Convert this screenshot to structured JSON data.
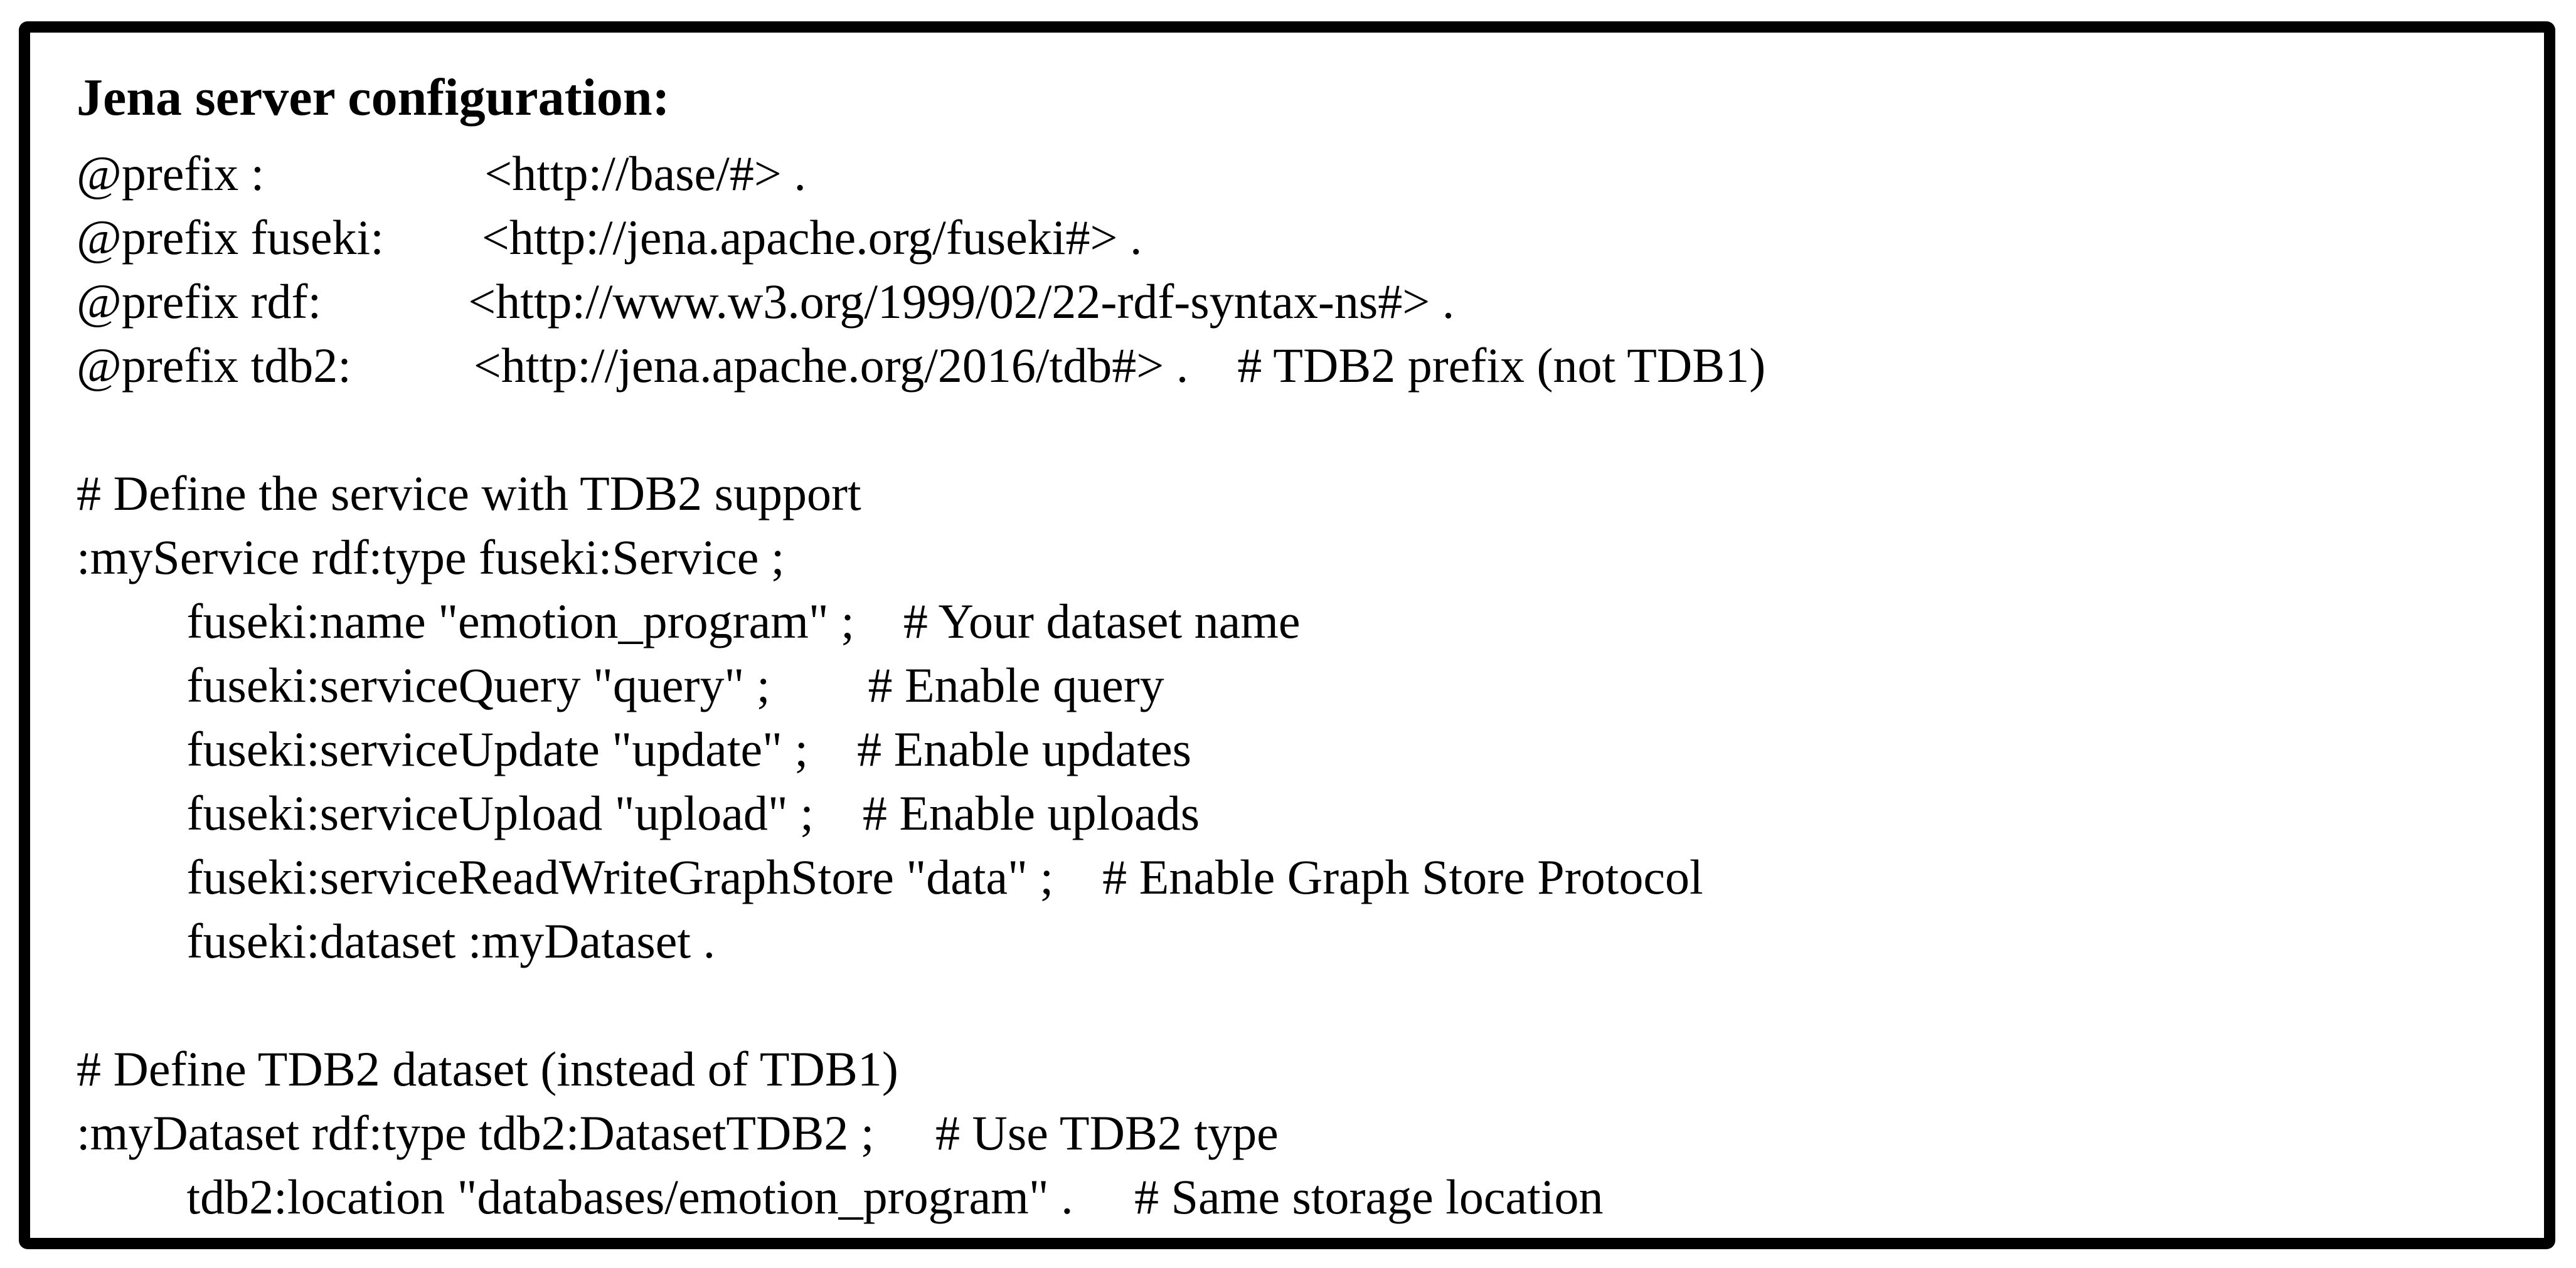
{
  "doc": {
    "title": "Jena server configuration:",
    "lines": [
      "@prefix :                  <http://base/#> .",
      "@prefix fuseki:        <http://jena.apache.org/fuseki#> .",
      "@prefix rdf:            <http://www.w3.org/1999/02/22-rdf-syntax-ns#> .",
      "@prefix tdb2:          <http://jena.apache.org/2016/tdb#> .    # TDB2 prefix (not TDB1)",
      "",
      "# Define the service with TDB2 support",
      ":myService rdf:type fuseki:Service ;",
      "         fuseki:name \"emotion_program\" ;    # Your dataset name",
      "         fuseki:serviceQuery \"query\" ;        # Enable query",
      "         fuseki:serviceUpdate \"update\" ;    # Enable updates",
      "         fuseki:serviceUpload \"upload\" ;    # Enable uploads",
      "         fuseki:serviceReadWriteGraphStore \"data\" ;    # Enable Graph Store Protocol",
      "         fuseki:dataset :myDataset .",
      "",
      "# Define TDB2 dataset (instead of TDB1)",
      ":myDataset rdf:type tdb2:DatasetTDB2 ;     # Use TDB2 type",
      "         tdb2:location \"databases/emotion_program\" .     # Same storage location"
    ],
    "colors": {
      "text": "#000000",
      "border": "#000000",
      "background": "#ffffff"
    }
  }
}
